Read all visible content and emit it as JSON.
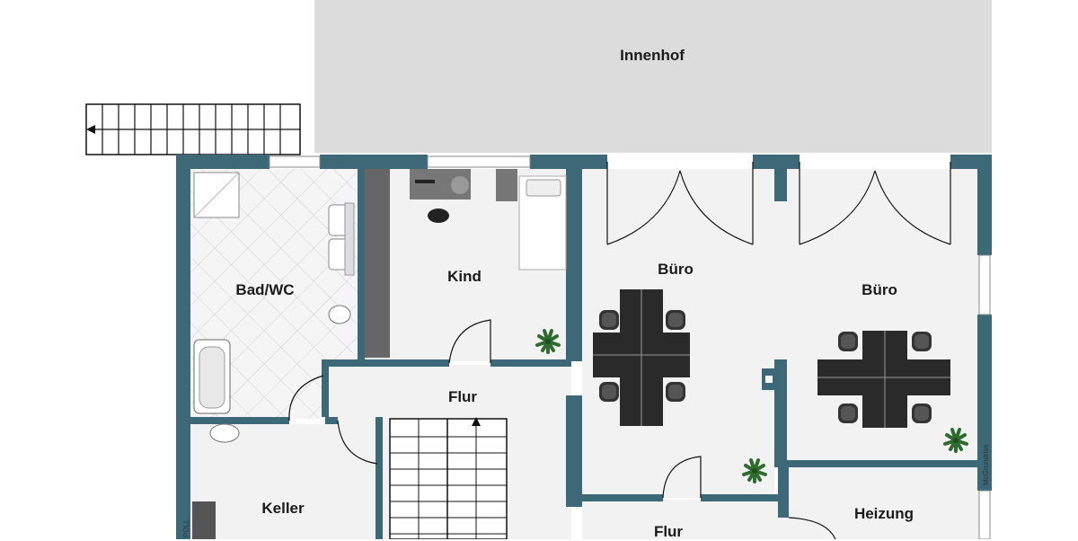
{
  "rooms": {
    "innenhof": "Innenhof",
    "kind": "Kind",
    "bad_wc": "Bad/WC",
    "buero_left": "Büro",
    "buero_right": "Büro",
    "flur_upper": "Flur",
    "flur_lower": "Flur",
    "keller": "Keller",
    "heizung": "Heizung"
  },
  "watermark": "McGrundriss",
  "stamp": "POLL",
  "colors": {
    "wall": "#3d6878",
    "floor": "#f2f2f2",
    "courtyard": "#dcdcdc",
    "tile": "#f5f5f5",
    "tile_line": "#c8c8c8",
    "furniture": "#2a2a2a",
    "plant": "#2e6b2e"
  }
}
